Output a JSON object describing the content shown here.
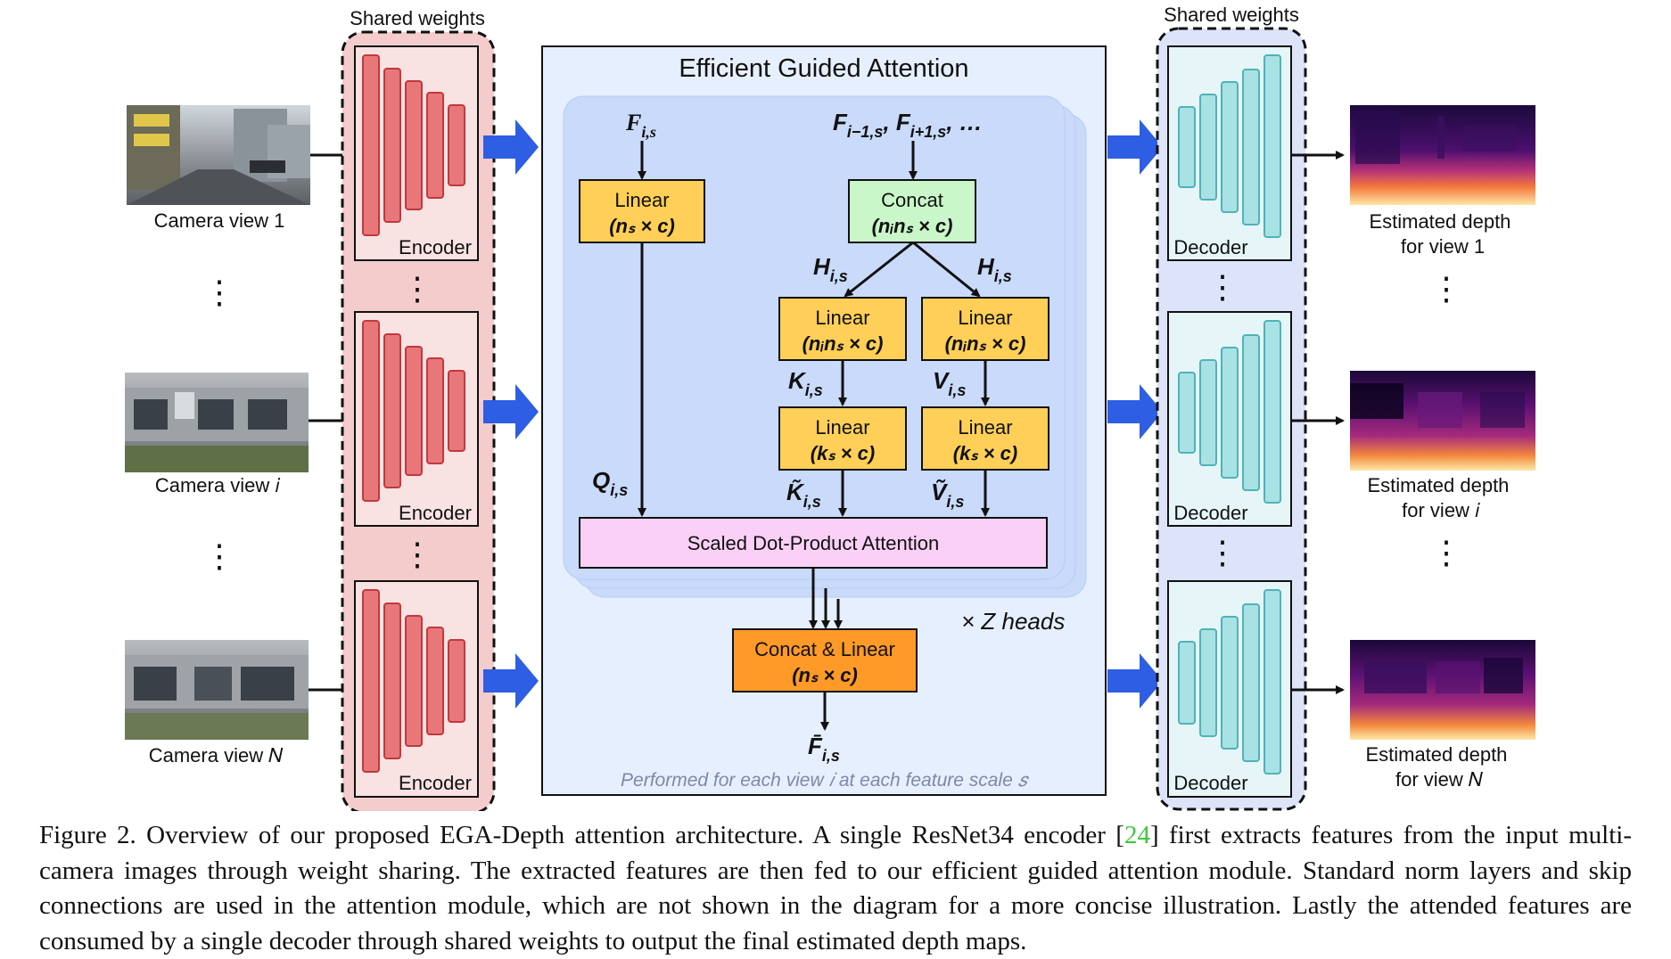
{
  "shared_weights_label": "Shared weights",
  "inputs": [
    {
      "label": "Camera view 1"
    },
    {
      "label": "Camera view 𝑖"
    },
    {
      "label": "Camera view 𝑁"
    }
  ],
  "encoder_label": "Encoder",
  "decoder_label": "Decoder",
  "outputs": [
    {
      "line1": "Estimated depth",
      "line2": "for view 1"
    },
    {
      "line1": "Estimated depth",
      "line2": "for view 𝑖"
    },
    {
      "line1": "Estimated depth",
      "line2": "for view 𝑁"
    }
  ],
  "vdots": "⋮",
  "attention": {
    "title": "Efficient Guided Attention",
    "input_self": "F",
    "input_self_sub": "i,s",
    "input_others": "F",
    "input_others_sub1": "i−1,s",
    "input_others_mid": ", F",
    "input_others_sub2": "i+1,s",
    "input_others_tail": ", …",
    "linear_q": {
      "title": "Linear",
      "dims": "(nₛ × c)"
    },
    "concat": {
      "title": "Concat",
      "dims": "(nᵢnₛ × c)"
    },
    "h_left": "H",
    "h_right": "H",
    "h_sub": "i,s",
    "linear_k": {
      "title": "Linear",
      "dims": "(nᵢnₛ × c)"
    },
    "linear_v": {
      "title": "Linear",
      "dims": "(nᵢnₛ × c)"
    },
    "k_label": "K",
    "v_label": "V",
    "kv_sub": "i,s",
    "linear_k2": {
      "title": "Linear",
      "dims": "(kₛ × c)"
    },
    "linear_v2": {
      "title": "Linear",
      "dims": "(kₛ × c)"
    },
    "q_label": "Q",
    "q_sub": "i,s",
    "kt_label": "K̃",
    "vt_label": "Ṽ",
    "kvt_sub": "i,s",
    "sdpa": "Scaled Dot-Product Attention",
    "heads": "× Z heads",
    "concat_linear": {
      "title": "Concat & Linear",
      "dims": "(nₛ × c)"
    },
    "output": "F̄",
    "output_sub": "i,s",
    "footer": "Performed for each view 𝑖 at each feature scale 𝑠"
  },
  "caption": {
    "before_ref": "Figure 2.  Overview of our proposed EGA-Depth attention architecture.  A single ResNet34 encoder [",
    "ref": "24",
    "after_ref": "] first extracts features from the input multi-camera images through weight sharing. The extracted features are then fed to our efficient guided attention module. Standard norm layers and skip connections are used in the attention module, which are not shown in the diagram for a more concise illustration. Lastly the attended features are consumed by a single decoder through shared weights to output the final estimated depth maps."
  },
  "colors": {
    "encoder_bg": "#f4cccc",
    "encoder_bar": "#e8777a",
    "decoder_bg": "#dde3f8",
    "decoder_bar": "#a9e2e4",
    "attention_bg": "#e6effd",
    "head_bg": "#c9dafa",
    "linear_box": "#ffcf57",
    "concat_box": "#c9f7c9",
    "sdpa_box": "#fbd0f7",
    "concat_linear_box": "#ff9a28",
    "big_arrow": "#2d5ee3"
  }
}
